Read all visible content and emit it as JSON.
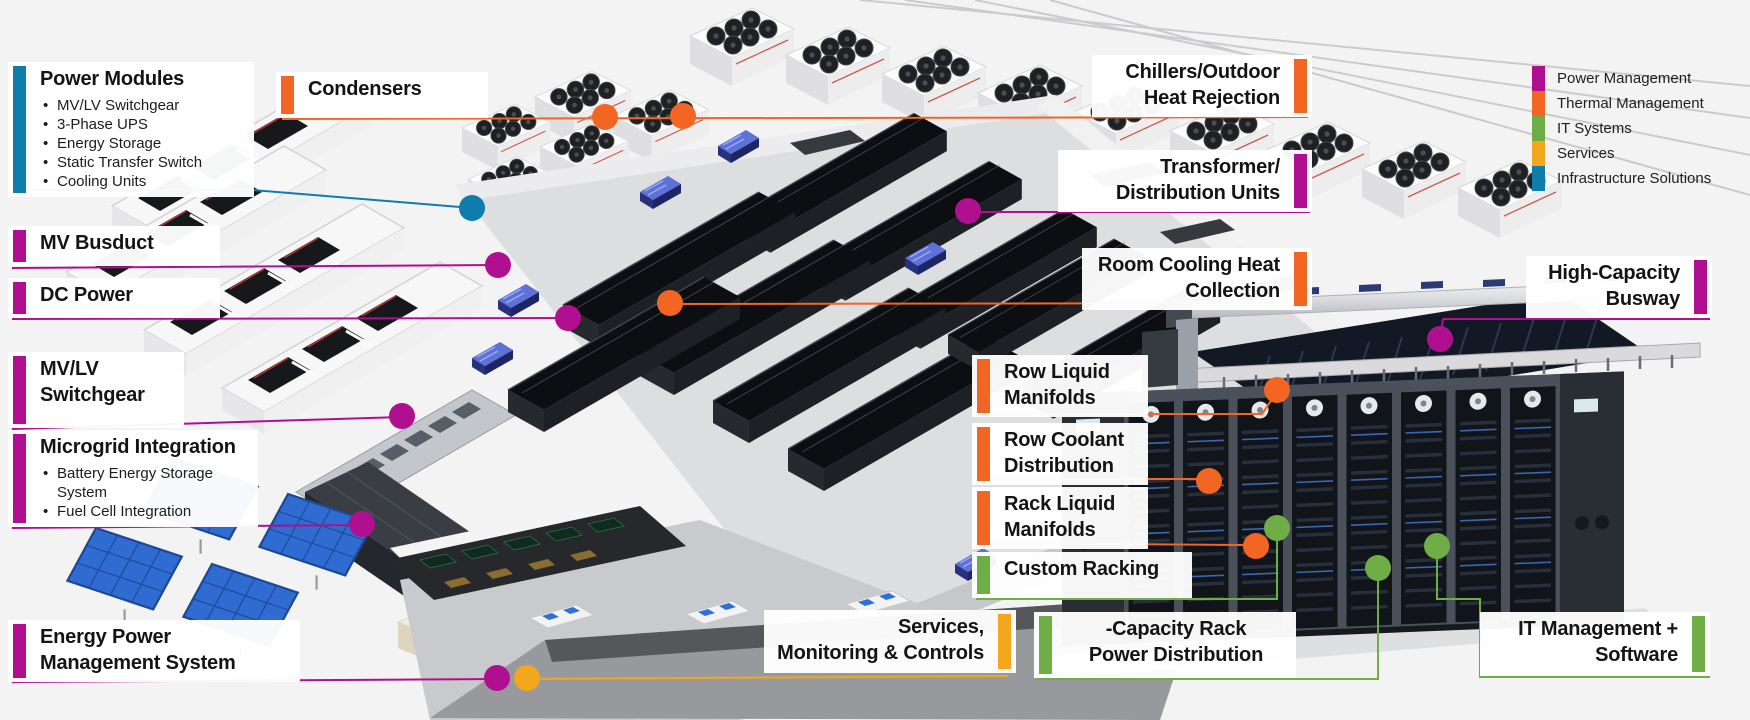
{
  "palette": {
    "purple": "#b0108f",
    "orange": "#f26522",
    "green": "#6fae46",
    "yellow": "#f3a71d",
    "blue": "#0f7dab"
  },
  "legend": {
    "items": [
      {
        "label": "Power Management",
        "color": "#b0108f"
      },
      {
        "label": "Thermal Management",
        "color": "#f26522"
      },
      {
        "label": "IT Systems",
        "color": "#6fae46"
      },
      {
        "label": "Services",
        "color": "#f3a71d"
      },
      {
        "label": "Infrastructure Solutions",
        "color": "#0f7dab"
      }
    ]
  },
  "callouts": {
    "power_modules": {
      "title": "Power Modules",
      "color": "#0f7dab",
      "bullets": [
        "MV/LV Switchgear",
        "3-Phase UPS",
        "Energy Storage",
        "Static Transfer Switch",
        "Cooling Units"
      ]
    },
    "condensers": {
      "title": "Condensers",
      "color": "#f26522"
    },
    "mv_busduct": {
      "title": "MV Busduct",
      "color": "#b0108f"
    },
    "dc_power": {
      "title": "DC Power",
      "color": "#b0108f"
    },
    "mvlv_switchgear": {
      "title": "MV/LV\nSwitchgear",
      "color": "#b0108f"
    },
    "microgrid": {
      "title": "Microgrid Integration",
      "color": "#b0108f",
      "bullets": [
        "Battery Energy Storage System",
        "Fuel Cell Integration"
      ]
    },
    "energy_power": {
      "title": "Energy Power\nManagement System",
      "color": "#b0108f"
    },
    "chillers": {
      "title": "Chillers/Outdoor\nHeat Rejection",
      "color": "#f26522"
    },
    "transformer": {
      "title": "Transformer/\nDistribution Units",
      "color": "#b0108f"
    },
    "room_cooling": {
      "title": "Room Cooling Heat\nCollection",
      "color": "#f26522"
    },
    "busway": {
      "title": "High-Capacity\nBusway",
      "color": "#b0108f"
    },
    "row_liquid": {
      "title": "Row Liquid\nManifolds",
      "color": "#f26522"
    },
    "row_coolant": {
      "title": "Row Coolant\nDistribution",
      "color": "#f26522"
    },
    "rack_liquid": {
      "title": "Rack Liquid\nManifolds",
      "color": "#f26522"
    },
    "custom_racking": {
      "title": "Custom Racking",
      "color": "#6fae46"
    },
    "services": {
      "title": "Services,\nMonitoring & Controls",
      "color": "#f3a71d"
    },
    "capacity_rack": {
      "title": "-Capacity Rack\nPower Distribution",
      "color": "#6fae46"
    },
    "it_management": {
      "title": "IT Management +\nSoftware",
      "color": "#6fae46"
    }
  }
}
